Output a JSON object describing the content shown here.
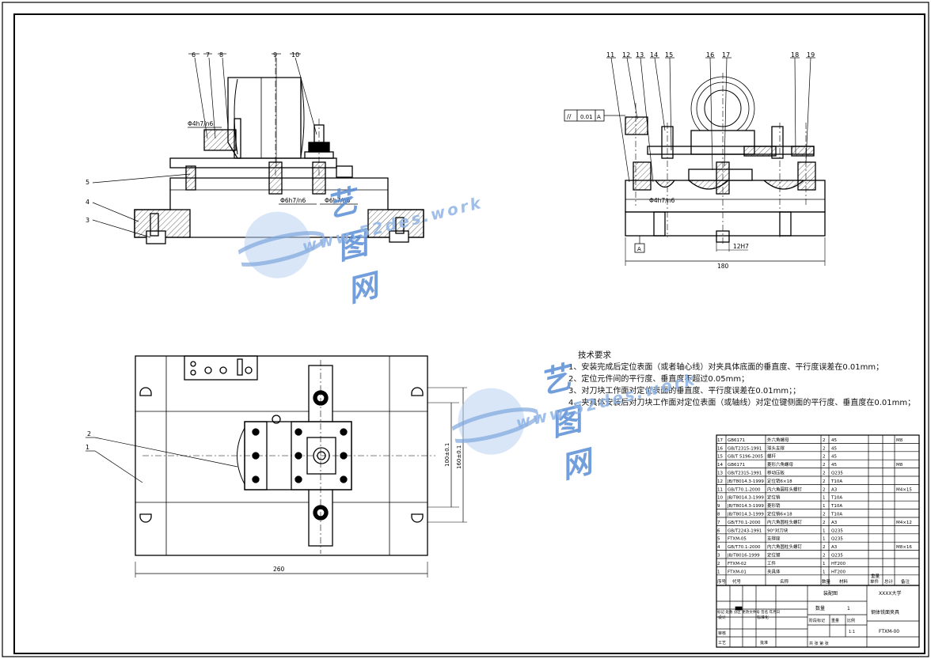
{
  "balloons_left": [
    "6",
    "7",
    "8",
    "9",
    "10",
    "5",
    "4",
    "3"
  ],
  "balloons_right": [
    "11",
    "12",
    "13",
    "14",
    "15",
    "16",
    "17",
    "18",
    "19"
  ],
  "balloons_plan": [
    "2",
    "1"
  ],
  "dims": {
    "fit_left_top": "Φ4h7/n6",
    "fit_left_bottom_1": "Φ6h7/n6",
    "fit_left_bottom_2": "Φ6h7/n6",
    "fit_right": "Φ4h7/n6",
    "slot": "12H7",
    "width_right": "180",
    "width_plan": "260",
    "height_plan_1": "100±0.1",
    "height_plan_2": "160±0.1"
  },
  "tolerance": {
    "symbol": "//",
    "value": "0.01",
    "datum": "A"
  },
  "datum_label": "A",
  "tech": {
    "title": "技术要求",
    "lines": [
      "1、安装完成后定位表面（或者轴心线）对夹具体底面的垂直度、平行度误差在0.01mm；",
      "2、定位元件间的平行度、垂直度不超过0.05mm；",
      "3、对刀块工作面对定位表面的垂直度、平行度误差在0.01mm；；",
      "4、夹具体安装后对刀块工作面对定位表面（或轴线）对定位键侧面的平行度、垂直度在0.01mm；"
    ]
  },
  "watermark": {
    "cn": "艺图网",
    "en": "www.52des.work"
  },
  "bom": [
    [
      "17",
      "GB6171",
      "外六角螺母",
      "2",
      "45",
      "",
      "M8"
    ],
    [
      "16",
      "GB/T2315-1991",
      "球头支撑",
      "2",
      "45",
      "",
      ""
    ],
    [
      "15",
      "GB/T 5196-2005",
      "螺杆",
      "2",
      "45",
      "",
      ""
    ],
    [
      "14",
      "GB6171",
      "菱形六角螺母",
      "2",
      "45",
      "",
      "M8"
    ],
    [
      "13",
      "GB/T2315-1991",
      "移动压板",
      "2",
      "Q235",
      "",
      ""
    ],
    [
      "12",
      "JB/T8014.3-1999",
      "定位销6×18",
      "2",
      "T10A",
      "",
      ""
    ],
    [
      "11",
      "GB/T70.1-2000",
      "内六角圆柱头螺钉",
      "2",
      "A3",
      "",
      "M4×15"
    ],
    [
      "10",
      "JB/T8014.3-1999",
      "定位销",
      "1",
      "T10A",
      "",
      ""
    ],
    [
      "9",
      "JB/T8014.3-1999",
      "菱形销",
      "1",
      "T10A",
      "",
      ""
    ],
    [
      "8",
      "JB/T8014.3-1999",
      "定位销6×18",
      "2",
      "T10A",
      "",
      ""
    ],
    [
      "7",
      "GB/T70.1-2000",
      "内六角圆柱头螺钉",
      "2",
      "A3",
      "",
      "M4×12"
    ],
    [
      "6",
      "GB/T2243-1991",
      "90°对刀块",
      "1",
      "Q235",
      "",
      ""
    ],
    [
      "5",
      "FTXM-05",
      "支撑座",
      "1",
      "Q235",
      "",
      ""
    ],
    [
      "4",
      "GB/T70.1-2000",
      "内六角圆柱头螺钉",
      "2",
      "A3",
      "",
      "M8×16"
    ],
    [
      "3",
      "JB/T8016-1999",
      "定位键",
      "2",
      "Q235",
      "",
      ""
    ],
    [
      "2",
      "FTXM-02",
      "工件",
      "1",
      "HT200",
      "",
      ""
    ],
    [
      "1",
      "FTXM-01",
      "夹具体",
      "1",
      "HT200",
      "",
      ""
    ]
  ],
  "bom_header": [
    "序号",
    "代号",
    "名称",
    "数量",
    "材料",
    "单件",
    "总计",
    "备注"
  ],
  "bom_header_sub": "重量",
  "title_block": {
    "drawing_type": "装配图",
    "school": "XXXX大学",
    "qty_label": "数量",
    "qty": "1",
    "name": "钢体铣面夹具",
    "stage_label": "阶段标记",
    "weight_label": "重量",
    "scale_label": "比例",
    "scale": "1:1",
    "code": "FTXM-00",
    "sheet_note": "共 张 第 张",
    "designer": "设计",
    "std": "标准化",
    "review": "审核",
    "craft": "工艺",
    "approve": "批准",
    "rev_marks": "标记 处数 分区 更改文件号 签名 年月日"
  }
}
